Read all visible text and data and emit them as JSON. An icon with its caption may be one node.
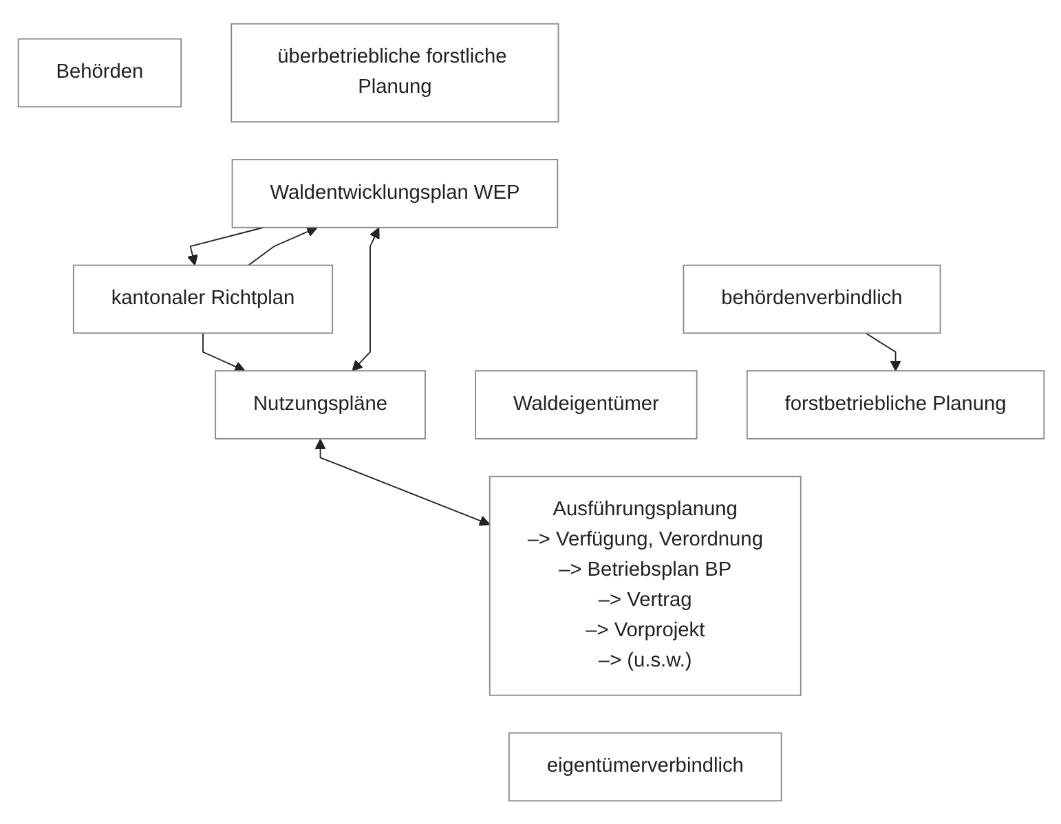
{
  "diagram": {
    "nodes": [
      {
        "text": [
          "Behörden"
        ]
      },
      {
        "text": [
          "überbetriebliche forstliche Planung"
        ]
      },
      {
        "text": [
          "kantonaler Richtplan"
        ]
      },
      {
        "text": [
          "Waldentwicklungsplan WEP"
        ]
      },
      {
        "text": [
          "behördenverbindlich"
        ]
      },
      {
        "text": [
          "Nutzungspläne"
        ]
      },
      {
        "text": [
          "Waldeigentümer"
        ]
      },
      {
        "text": [
          "forstbetriebliche Planung"
        ]
      },
      {
        "text": [
          "Ausführungsplanung",
          "–> Verfügung, Verordnung",
          "–> Betriebsplan BP",
          "–> Vertrag",
          "–> Vorprojekt",
          "–> (u.s.w.)"
        ]
      },
      {
        "text": [
          "eigentümerverbindlich"
        ]
      }
    ],
    "edges": [
      {
        "from": 2,
        "to": 3,
        "arrow": "to"
      },
      {
        "from": 3,
        "to": 2,
        "arrow": "to"
      },
      {
        "from": 2,
        "to": 5,
        "arrow": "to"
      },
      {
        "from": 3,
        "to": 5,
        "arrow": "both"
      },
      {
        "from": 4,
        "to": 7,
        "arrow": "to"
      },
      {
        "from": 5,
        "to": 8,
        "arrow": "both"
      }
    ]
  }
}
